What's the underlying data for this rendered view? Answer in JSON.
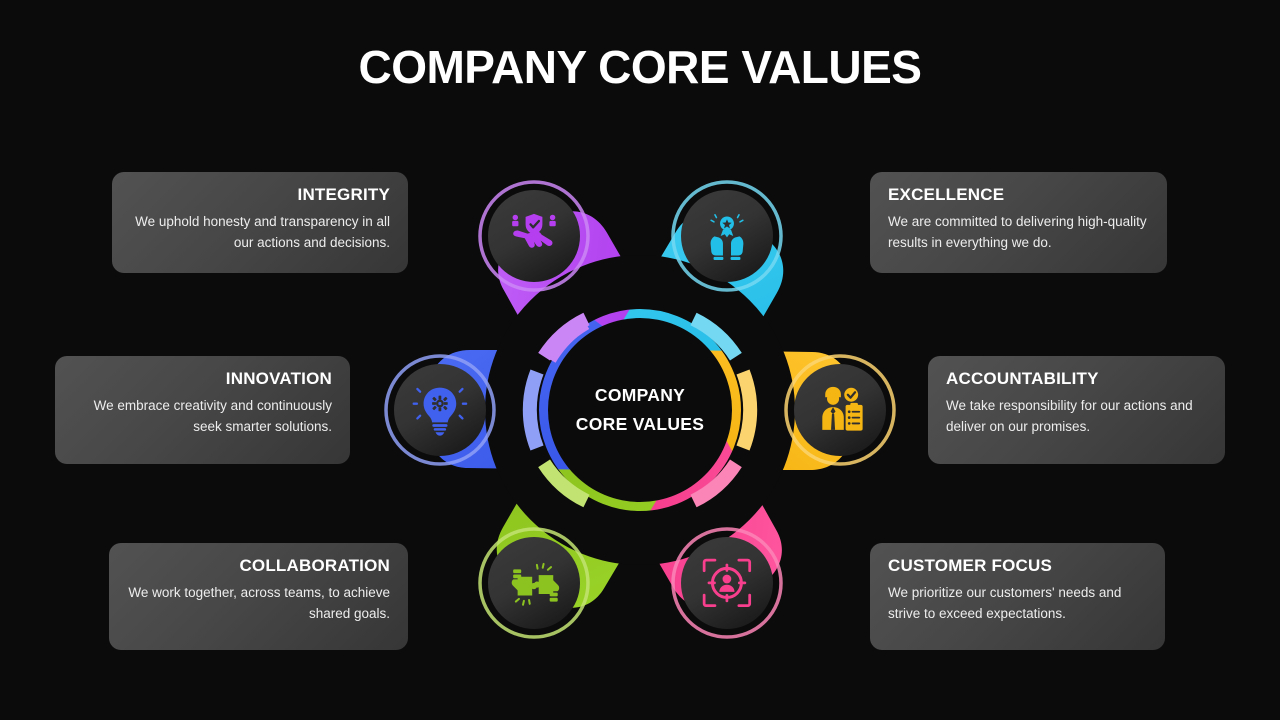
{
  "slide": {
    "title": "COMPANY CORE VALUES",
    "background_color": "#0b0b0b"
  },
  "center": {
    "line1": "COMPANY",
    "line2": "CORE VALUES"
  },
  "values": [
    {
      "id": "integrity",
      "title": "INTEGRITY",
      "description": "We uphold honesty and transparency in all our actions and decisions.",
      "color": "#b53ff0",
      "color_light": "#cb86f5",
      "icon": "handshake-shield-icon",
      "position": "top-left"
    },
    {
      "id": "excellence",
      "title": "EXCELLENCE",
      "description": "We are committed to delivering high-quality results in everything we do.",
      "color": "#22c0e8",
      "color_light": "#74d8f2",
      "icon": "hands-award-medal-icon",
      "position": "top-right"
    },
    {
      "id": "innovation",
      "title": "INNOVATION",
      "description": "We embrace creativity and continuously seek smarter solutions.",
      "color": "#4060ee",
      "color_light": "#8f9ff6",
      "icon": "lightbulb-gear-icon",
      "position": "middle-left"
    },
    {
      "id": "accountability",
      "title": "ACCOUNTABILITY",
      "description": "We take responsibility for our actions and deliver on our promises.",
      "color": "#f5b512",
      "color_light": "#fbd470",
      "icon": "person-clipboard-check-icon",
      "position": "middle-right"
    },
    {
      "id": "collaboration",
      "title": "COLLABORATION",
      "description": "We work together, across teams, to achieve shared goals.",
      "color": "#8dc320",
      "color_light": "#c2e372",
      "icon": "hands-puzzle-icon",
      "position": "bottom-left"
    },
    {
      "id": "customer-focus",
      "title": "CUSTOMER FOCUS",
      "description": "We prioritize our customers' needs and strive to exceed expectations.",
      "color": "#f73f8e",
      "color_light": "#fa85b6",
      "icon": "target-person-icon",
      "position": "bottom-right"
    }
  ]
}
